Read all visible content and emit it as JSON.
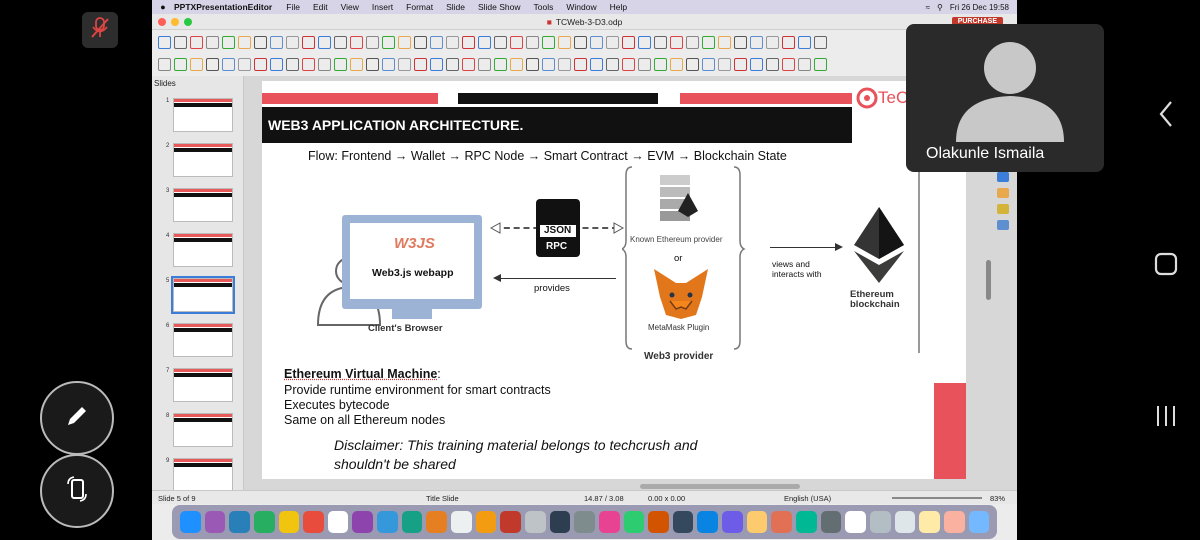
{
  "menubar": {
    "app_name": "PPTXPresentationEditor",
    "items": [
      "File",
      "Edit",
      "View",
      "Insert",
      "Format",
      "Slide",
      "Slide Show",
      "Tools",
      "Window",
      "Help"
    ],
    "datetime": "Fri 26 Dec  19:58",
    "purchase_label": "PURCHASE"
  },
  "window": {
    "title": "TCWeb-3-D3.odp"
  },
  "slides_panel": {
    "header": "Slides",
    "numbers": [
      "1",
      "2",
      "3",
      "4",
      "5",
      "6",
      "7",
      "8",
      "9"
    ],
    "selected": 5
  },
  "slide": {
    "title": "WEB3 APPLICATION ARCHITECTURE.",
    "logo_text": "TeC",
    "flow": "Flow: Frontend → Wallet → RPC Node → Smart Contract → EVM → Blockchain State",
    "webapp_label": "Web3.js webapp",
    "browser_label": "Client's Browser",
    "json_label": "JSON",
    "rpc_label": "RPC",
    "provides_label": "provides",
    "known_provider": "Known Ethereum provider",
    "or_label": "or",
    "metamask_label": "MetaMask Plugin",
    "web3_provider": "Web3 provider",
    "views_label_1": "views and",
    "views_label_2": "interacts with",
    "eth_label_1": "Ethereum",
    "eth_label_2": "blockchain",
    "evm_heading": "Ethereum Virtual Machine",
    "evm_colon": ":",
    "evm_line1": "Provide runtime environment for smart contracts",
    "evm_line2": "Executes bytecode",
    "evm_line3": "Same on all Ethereum nodes",
    "disclaimer_1": "Disclaimer: This training material belongs to techcrush and",
    "disclaimer_2": "shouldn't be shared"
  },
  "statusbar": {
    "slide_count": "Slide 5 of 9",
    "layout": "Title Slide",
    "position": "14.87 / 3.08",
    "size": "0.00 x 0.00",
    "language": "English (USA)",
    "zoom": "83%"
  },
  "participant": {
    "name": "Olakunle Ismaila"
  },
  "colors": {
    "accent_red": "#e8525a",
    "menubar": "#d8d4e8",
    "selected_blue": "#3b7dd8"
  }
}
